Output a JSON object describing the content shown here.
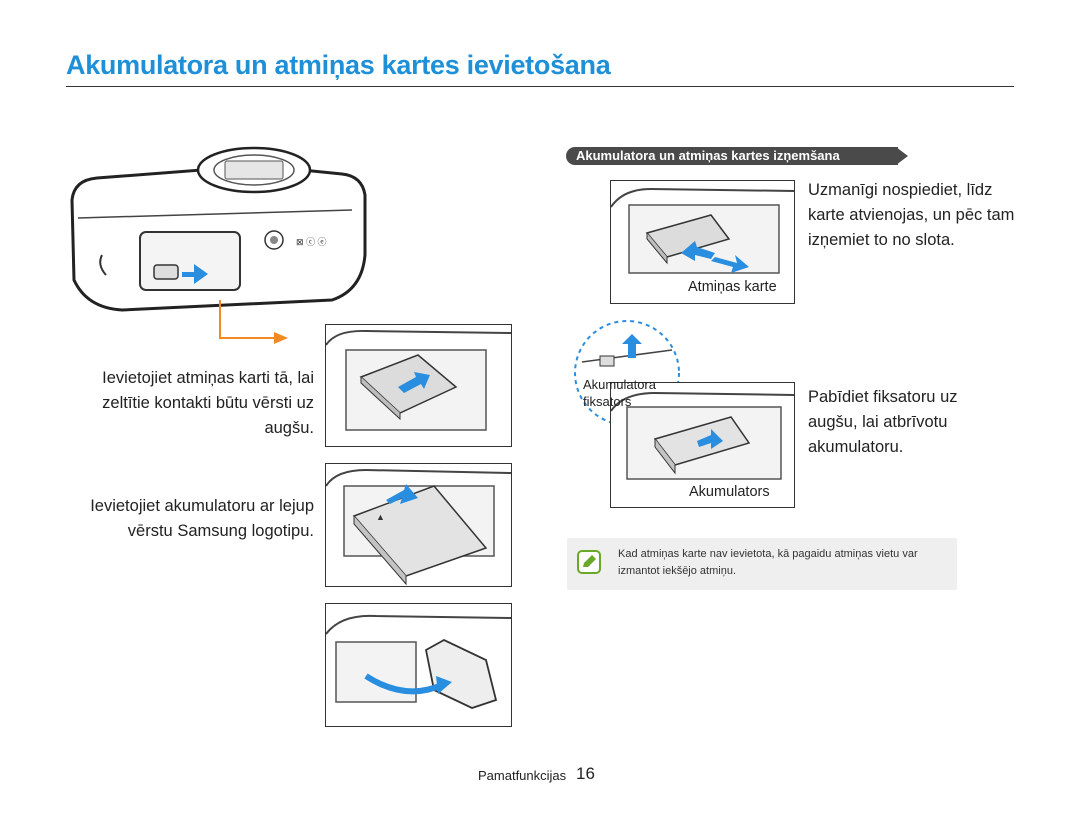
{
  "page": {
    "title": "Akumulatora un atmiņas kartes ievietošana",
    "footer_section": "Pamatfunkcijas",
    "footer_page": "16"
  },
  "insert": {
    "card_text": "Ievietojiet atmiņas karti tā, lai zeltītie kontakti būtu vērsti uz augšu.",
    "battery_text": "Ievietojiet akumulatoru ar lejup vērstu Samsung logotipu."
  },
  "remove": {
    "heading": "Akumulatora un atmiņas kartes izņemšana",
    "card_text": "Uzmanīgi nospiediet, līdz karte atvienojas, un pēc tam izņemiet to no slota.",
    "card_caption": "Atmiņas karte",
    "battery_text": "Pabīdiet fiksatoru uz augšu, lai atbrīvotu akumulatoru.",
    "battery_caption": "Akumulators",
    "lock_label": "Akumulatora fiksators"
  },
  "note": {
    "text": "Kad atmiņas karte nav ievietota, kā pagaidu atmiņas vietu var izmantot iekšējo atmiņu.",
    "icon": "note-pencil-icon"
  },
  "colors": {
    "title": "#1e90d8",
    "arrow": "#2a8ee0",
    "orange": "#f08a24"
  }
}
